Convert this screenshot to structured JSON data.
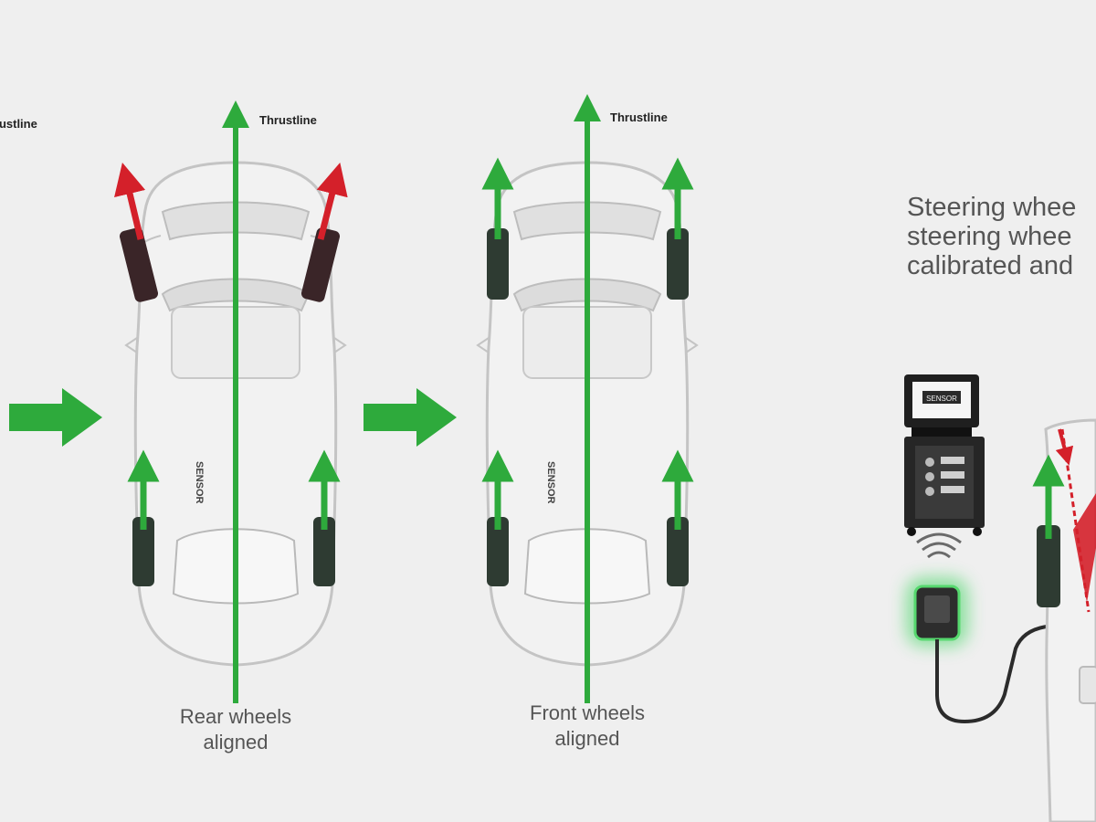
{
  "labels": {
    "thrustline": "Thrustline",
    "rear_caption_line1": "Rear wheels",
    "rear_caption_line2": "aligned",
    "front_caption_line1": "Front wheels",
    "front_caption_line2": "aligned",
    "heading_line1": "Steering whee",
    "heading_line2": "steering whee",
    "heading_line3": "calibrated and",
    "tester_screen": "SENSOR"
  },
  "colors": {
    "background": "#efefef",
    "aligned_arrow": "#2eaa3c",
    "misaligned_arrow": "#d4202a",
    "car_body": "#f2f2f2",
    "car_outline": "#c4c4c4",
    "tire": "#2e3b32",
    "glow": "#37d45a"
  },
  "icons": {
    "direction_arrow": "right-arrow-icon",
    "wireless": "wifi-signal-icon"
  }
}
